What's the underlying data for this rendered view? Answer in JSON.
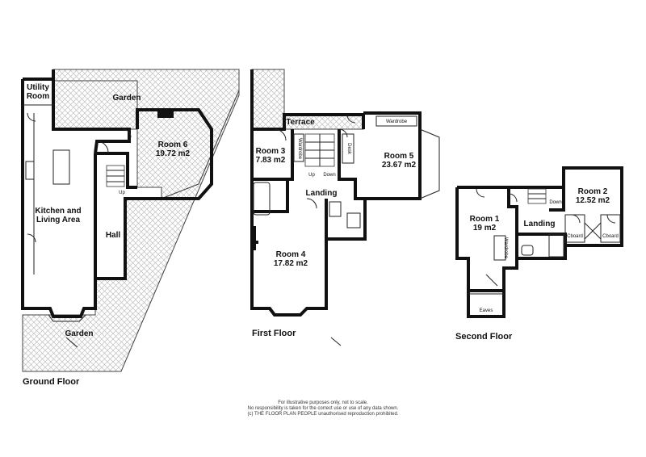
{
  "floors": {
    "ground": {
      "label": "Ground Floor",
      "rooms": {
        "utility": "Utility",
        "utility2": "Room",
        "garden_top": "Garden",
        "room6_name": "Room 6",
        "room6_area": "19.72 m2",
        "kitchen1": "Kitchen and",
        "kitchen2": "Living Area",
        "hall": "Hall",
        "up": "Up",
        "garden_bottom": "Garden"
      }
    },
    "first": {
      "label": "First Floor",
      "rooms": {
        "terrace": "Terrace",
        "room3_name": "Room 3",
        "room3_area": "7.83 m2",
        "wardrobe_r3": "Wardrobe",
        "up": "Up",
        "down": "Down",
        "desk": "Desk",
        "wardrobe_r5": "Wardrobe",
        "room5_name": "Room 5",
        "room5_area": "23.67 m2",
        "landing": "Landing",
        "room4_name": "Room 4",
        "room4_area": "17.82 m2"
      }
    },
    "second": {
      "label": "Second Floor",
      "rooms": {
        "room1_name": "Room 1",
        "room1_area": "19 m2",
        "wardrobe": "Wardrobe",
        "eaves": "Eaves",
        "landing": "Landing",
        "down": "Down",
        "room2_name": "Room 2",
        "room2_area": "12.52 m2",
        "cupboard1": "Cboard",
        "cupboard2": "Cboard"
      }
    }
  },
  "disclaimer": {
    "line1": "For illustrative purposes only, not to scale.",
    "line2": "No responsibility is taken for the correct use or use of any data shown.",
    "line3": "(c) THE FLOOR PLAN PEOPLE unauthorised reproduction prohibited."
  }
}
